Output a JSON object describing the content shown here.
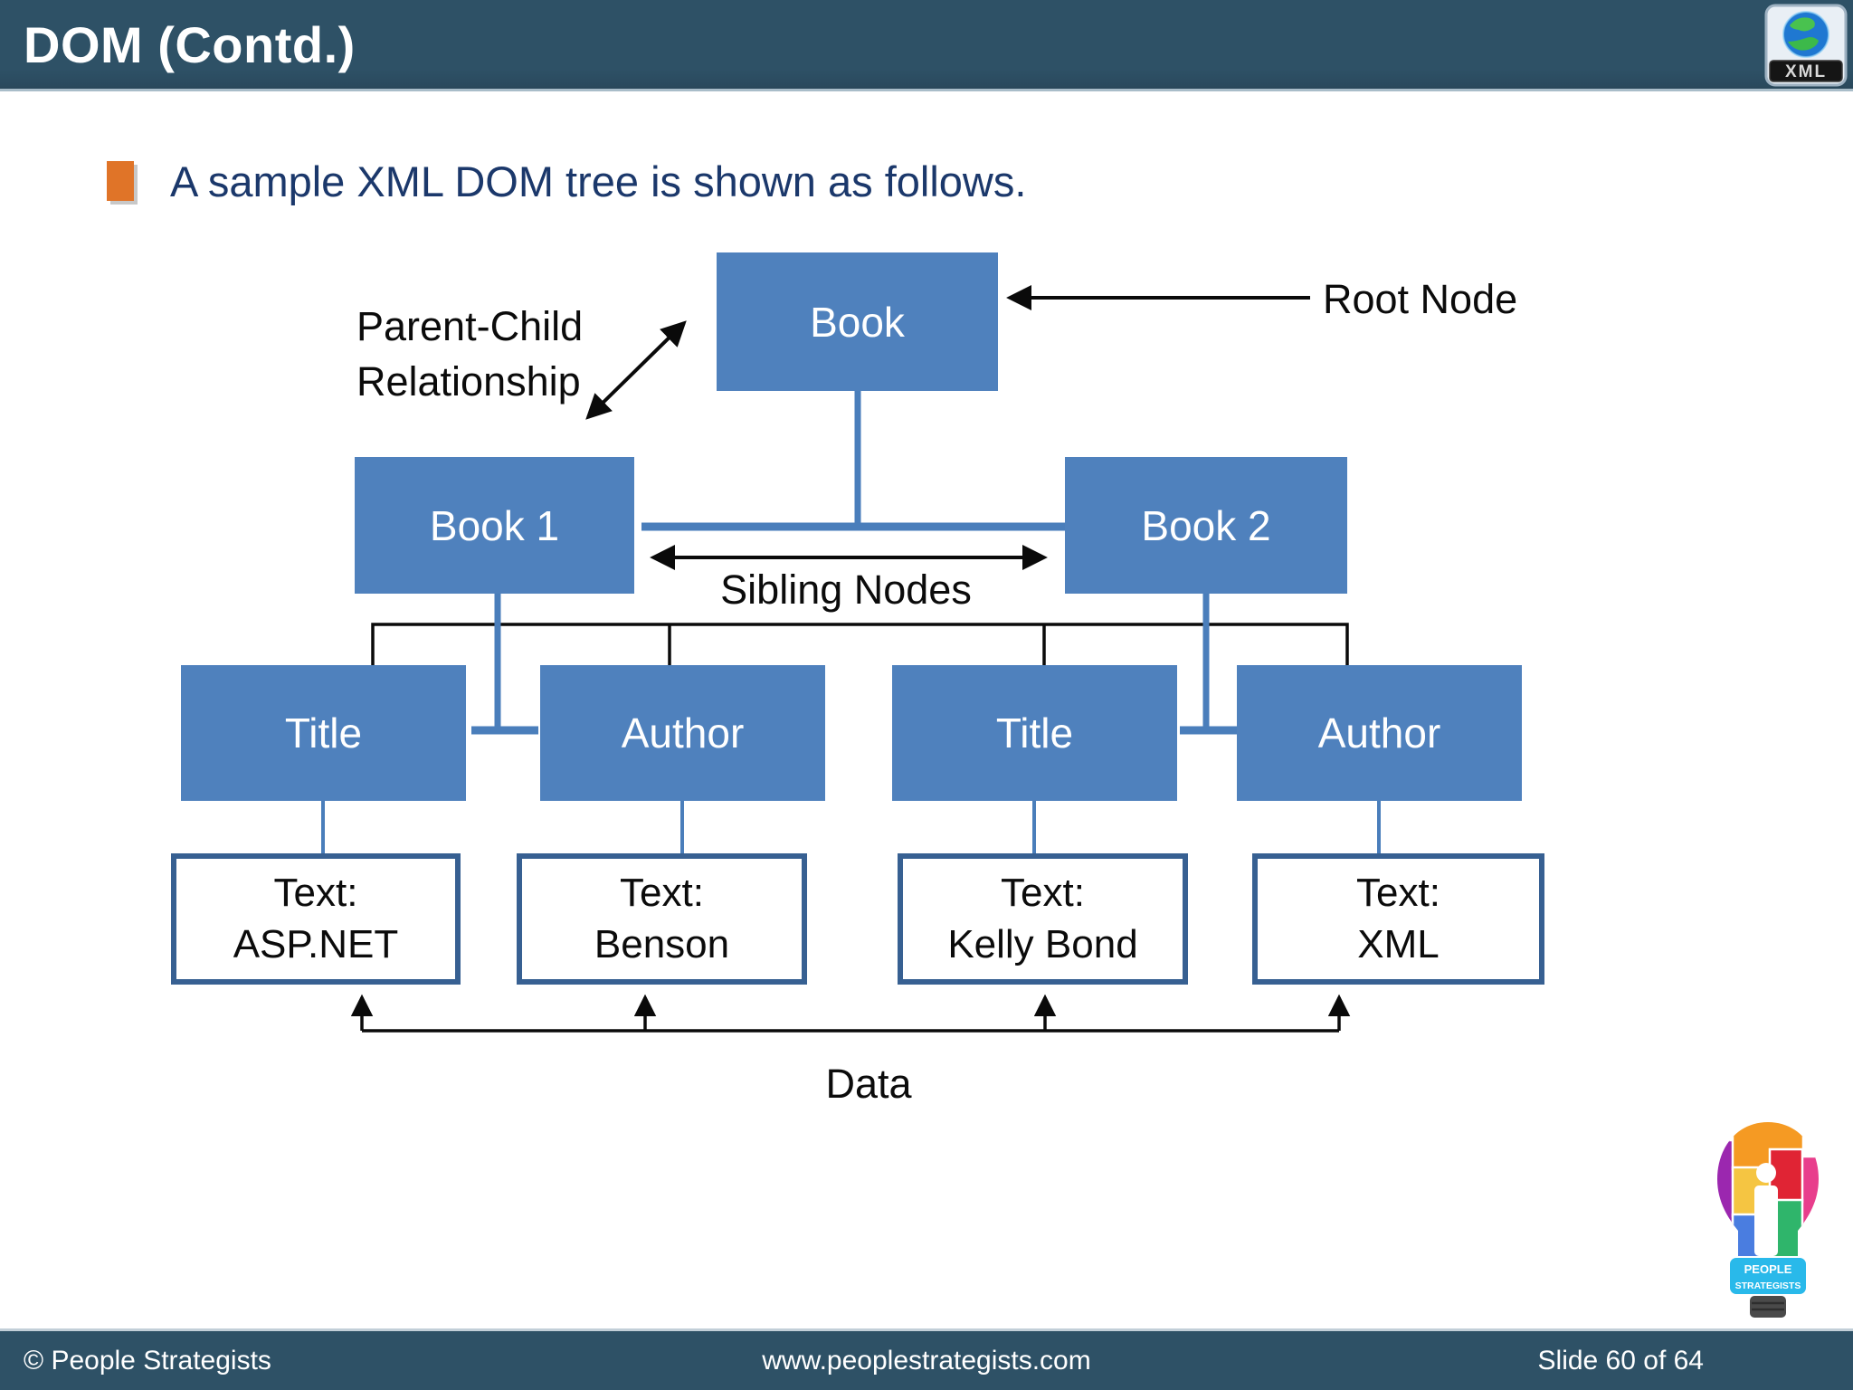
{
  "header": {
    "title": "DOM (Contd.)"
  },
  "xml_icon": {
    "label": "XML"
  },
  "bullet": {
    "text": "A sample XML DOM tree is shown as follows."
  },
  "diagram": {
    "nodes": {
      "root": "Book",
      "book1": "Book 1",
      "book2": "Book 2",
      "title1": "Title",
      "author1": "Author",
      "title2": "Title",
      "author2": "Author"
    },
    "text_nodes": [
      {
        "prefix": "Text:",
        "value": "ASP.NET"
      },
      {
        "prefix": "Text:",
        "value": "Benson"
      },
      {
        "prefix": "Text:",
        "value": "Kelly Bond"
      },
      {
        "prefix": "Text:",
        "value": "XML"
      }
    ],
    "annotations": {
      "parent_child_line1": "Parent-Child",
      "parent_child_line2": "Relationship",
      "root_node": "Root Node",
      "sibling_nodes": "Sibling Nodes",
      "data": "Data"
    }
  },
  "footer": {
    "copyright": "© People Strategists",
    "website": "www.peoplestrategists.com",
    "slide": "Slide 60 of 64"
  },
  "logo": {
    "line1": "PEOPLE",
    "line2": "STRATEGISTS"
  },
  "colors": {
    "bar_background": "#2e5166",
    "node_fill": "#4f81bd",
    "connector_blue": "#4a7ebb",
    "text_node_border": "#376092",
    "bullet_text": "#1b386b",
    "bullet_marker": "#e07428",
    "annotation_text": "#0b0b0b"
  }
}
